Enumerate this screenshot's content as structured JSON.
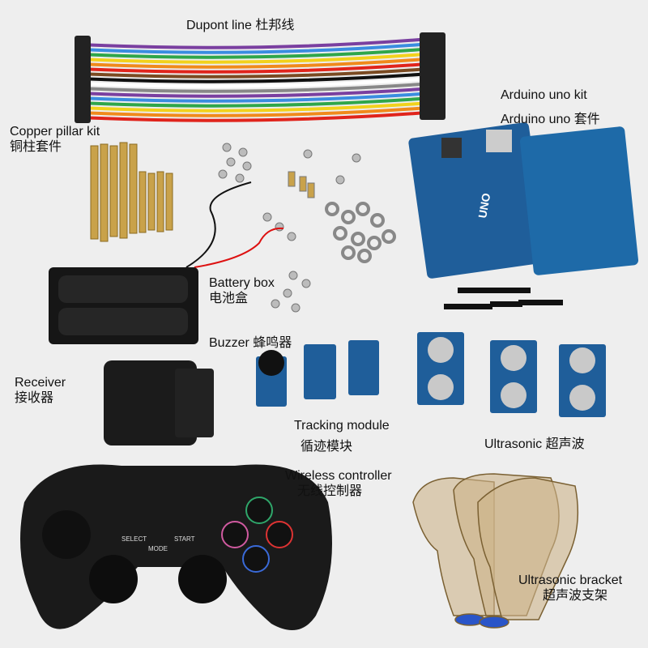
{
  "labels": {
    "dupont": {
      "en": "Dupont line",
      "zh": "杜邦线"
    },
    "arduino_kit": {
      "en": "Arduino uno kit",
      "zh_en": "Arduino uno",
      "zh": "套件"
    },
    "copper_pillar": {
      "en": "Copper pillar kit",
      "zh": "铜柱套件"
    },
    "battery_box": {
      "en": "Battery box",
      "zh": "电池盒"
    },
    "buzzer": {
      "en": "Buzzer",
      "zh": "蜂鸣器"
    },
    "receiver": {
      "en": "Receiver",
      "zh": "接收器"
    },
    "tracking": {
      "en": "Tracking module",
      "zh": "循迹模块"
    },
    "wireless": {
      "en": "Wireless controller",
      "zh": "无线控制器"
    },
    "ultrasonic": {
      "en": "Ultrasonic",
      "zh": "超声波"
    },
    "ultrasonic_bracket": {
      "en": "Ultrasonic bracket",
      "zh": "超声波支架"
    }
  },
  "board_text": {
    "uno": "UNO",
    "select": "SELECT",
    "start": "START",
    "mode": "MODE"
  },
  "colors": {
    "background": "#eeeeee",
    "pcb_blue": "#1f5e9a",
    "brass": "#c9a24a",
    "controller": "#1a1a1a",
    "acrylic": "#cdb48a"
  }
}
